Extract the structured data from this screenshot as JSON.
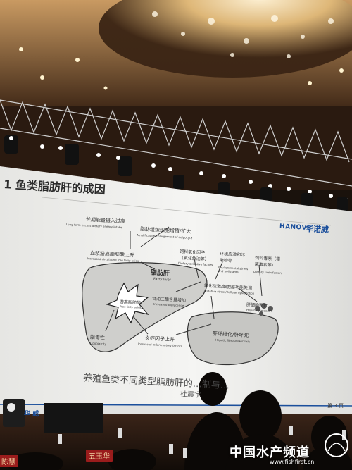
{
  "slide": {
    "title": "1 鱼类脂肪肝的成因",
    "brand_logo": "HANOVE",
    "brand_cn": "华诺威",
    "footer_brand": "华 威",
    "page_number": "第 3 页",
    "caption": "养殖鱼类不同类型脂肪肝的…制与…",
    "author": "杜震宇"
  },
  "diagram": {
    "nodes": {
      "energy_cn": "长期能量摄入过高",
      "energy_en": "Long-term excess dietary energy intake",
      "adipocyte_cn": "脂肪组织细胞增殖/扩大",
      "adipocyte_en": "Amplification/Enlargement of adipocyte",
      "ffa_cn": "血浆游离脂肪酸上升",
      "ffa_en": "Increased circulating free fatty acids",
      "oxidant_cn": "饲料氧化因子（氧化鱼油等）",
      "oxidant_en": "Dietary oxidative factors",
      "env_cn": "环境应激和污染物等",
      "env_en": "Environmental stress and pollutants",
      "toxin_cn": "饲料毒素（霉菌毒素等）",
      "toxin_en": "Dietary toxin factors",
      "fatty_liver_cn": "脂肪肝",
      "fatty_liver_en": "Fatty liver",
      "liver_ffa_cn": "游离脂肪酸",
      "liver_ffa_en": "Free fatty acids",
      "tg_cn": "甘油三酯含量增加",
      "tg_en": "Increased triglyceride",
      "oxstress_cn": "氧化应激/细胞器功能失调",
      "oxstress_en": "Oxidative stress/Cellular dysfunction",
      "necrosis_cell_cn": "肝细胞死亡",
      "necrosis_cell_en": "Hepatocyte death",
      "lipotox_cn": "脂毒性",
      "lipotox_en": "Lipotoxicity",
      "inflam_cn": "炎症因子上升",
      "inflam_en": "Increased inflammatory factors",
      "fibrosis_cn": "肝纤维化/肝坏死",
      "fibrosis_en": "Hepatic fibrosis/Necrosis"
    }
  },
  "venue": {
    "nameplates": [
      "陈慧",
      "五玉华"
    ]
  },
  "watermark": {
    "title": "中国水产频道",
    "url": "www.fishfirst.cn"
  },
  "colors": {
    "slide_bg": "#f4f4f2",
    "brand_blue": "#1b4f9c",
    "nameplate_red": "#9a1c1c",
    "stage_wall": "#2a1a10"
  }
}
